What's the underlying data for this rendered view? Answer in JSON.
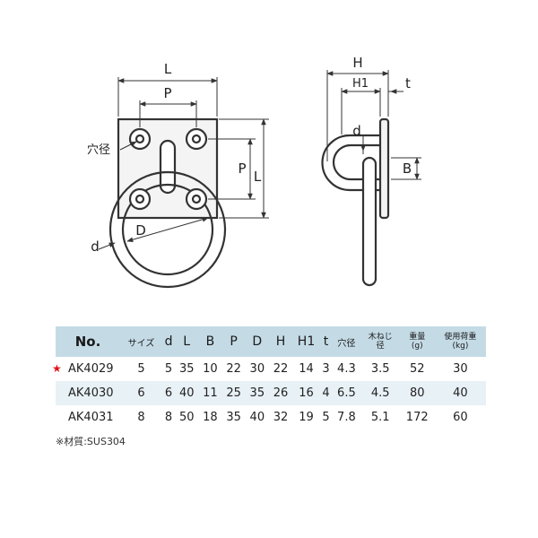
{
  "drawing": {
    "labels": {
      "L": "L",
      "P_top": "P",
      "hole": "穴径",
      "P_side": "P",
      "L_side": "L",
      "d_front": "d",
      "D": "D",
      "H": "H",
      "H1": "H1",
      "t": "t",
      "d_side": "d",
      "B": "B"
    }
  },
  "table": {
    "headers": [
      "No.",
      "サイズ",
      "d",
      "L",
      "B",
      "P",
      "D",
      "H",
      "H1",
      "t",
      "穴径",
      "木ねじ\n径",
      "重量\n(g)",
      "使用荷重\n(kg)"
    ],
    "rows": [
      {
        "starred": true,
        "model": "AK4029",
        "values": [
          "5",
          "5",
          "35",
          "10",
          "22",
          "30",
          "22",
          "14",
          "3",
          "4.3",
          "3.5",
          "52",
          "30"
        ]
      },
      {
        "starred": false,
        "model": "AK4030",
        "values": [
          "6",
          "6",
          "40",
          "11",
          "25",
          "35",
          "26",
          "16",
          "4",
          "6.5",
          "4.5",
          "80",
          "40"
        ]
      },
      {
        "starred": false,
        "model": "AK4031",
        "values": [
          "8",
          "8",
          "50",
          "18",
          "35",
          "40",
          "32",
          "19",
          "5",
          "7.8",
          "5.1",
          "172",
          "60"
        ]
      }
    ],
    "star_symbol": "★",
    "star_color": "#e0141b",
    "header_bg": "#c4dbe6",
    "shade_bg": "#e8f1f6"
  },
  "note": "※材質:SUS304"
}
